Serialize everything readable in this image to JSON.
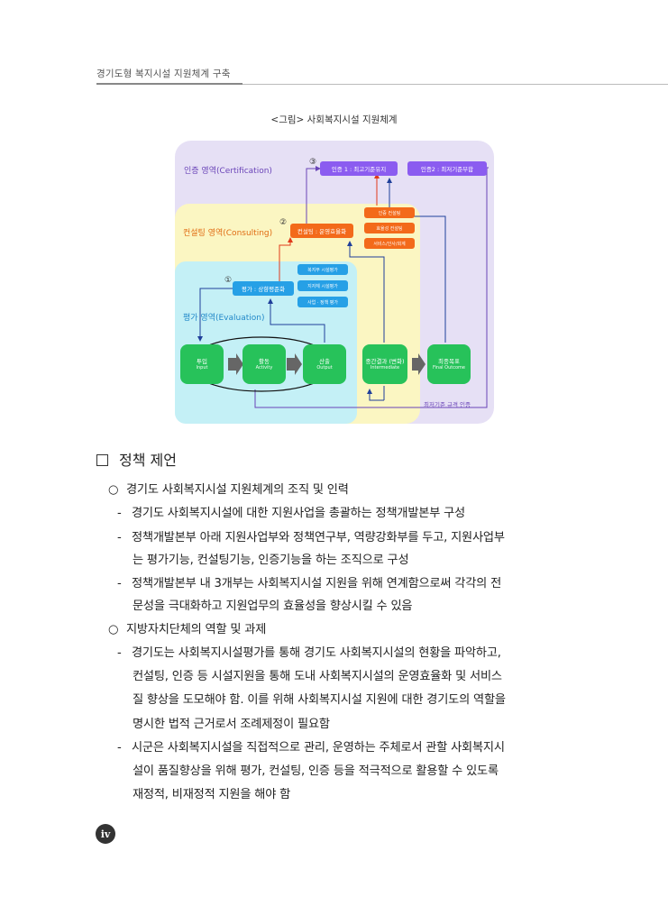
{
  "header": {
    "running_title": "경기도형 복지시설 지원체계 구축"
  },
  "figure": {
    "caption": "<그림> 사회복지시설 지원체계",
    "regions": {
      "certification": "인증 영역(Certification)",
      "consulting": "컨설팅 영역(Consulting)",
      "evaluation": "평가 영역(Evaluation)"
    },
    "steps": {
      "one": "①",
      "two": "②",
      "three": "③"
    },
    "boxes": {
      "cert1": "인증 1 : 최고기준유지",
      "cert2": "인증2 : 최저기준부합",
      "consult": "컨설팅 : 운영효율화",
      "consult_sub1": "인증 컨설팅",
      "consult_sub2": "효율성 컨설팅",
      "consult_sub3": "서비스/인사/회계",
      "eval": "평가 : 상향평준화",
      "eval_sub1": "복지부 시설평가",
      "eval_sub2": "지자체 시설평가",
      "eval_sub3": "사업 · 정책 평가",
      "input": "투입",
      "input_en": "Input",
      "activity": "활동",
      "activity_en": "Activity",
      "output": "산출",
      "output_en": "Output",
      "intermediate": "중간결과 (변화)",
      "intermediate_en": "Intermediate",
      "final": "최종목표",
      "final_en": "Final Outcome"
    },
    "footer_note": "최저기준 규격 인증",
    "colors": {
      "purple": "#8b5cf0",
      "orange": "#f36a1a",
      "blue": "#26a0e6",
      "green": "#27c25a"
    }
  },
  "body": {
    "section_title": "정책 제언",
    "lines": [
      {
        "bullet": "○",
        "text": "경기도 사회복지시설 지원체계의 조직 및 인력"
      },
      {
        "bullet": "-",
        "text": "경기도 사회복지시설에 대한 지원사업을 총괄하는 정책개발본부 구성"
      },
      {
        "bullet": "-",
        "text": "정책개발본부 아래 지원사업부와 정책연구부, 역량강화부를 두고, 지원사업부"
      },
      {
        "bullet": "",
        "text": "는 평가기능, 컨설팅기능, 인증기능을 하는 조직으로 구성"
      },
      {
        "bullet": "-",
        "text": "정책개발본부 내 3개부는 사회복지시설 지원을 위해 연계함으로써 각각의 전"
      },
      {
        "bullet": "",
        "text": "문성을 극대화하고 지원업무의 효율성을 향상시킬 수 있음"
      },
      {
        "bullet": "○",
        "text": "지방자치단체의 역할 및 과제"
      },
      {
        "bullet": "-",
        "text": "경기도는 사회복지시설평가를 통해 경기도 사회복지시설의 현황을 파악하고,"
      },
      {
        "bullet": "",
        "text": "컨설팅, 인증 등 시설지원을 통해 도내 사회복지시설의 운영효율화 및 서비스"
      },
      {
        "bullet": "",
        "text": "질 향상을 도모해야 함. 이를 위해 사회복지시설 지원에 대한 경기도의 역할을"
      },
      {
        "bullet": "",
        "text": "명시한 법적 근거로서 조례제정이 필요함"
      },
      {
        "bullet": "-",
        "text": "시군은 사회복지시설을 직접적으로 관리, 운영하는 주체로서 관할 사회복지시"
      },
      {
        "bullet": "",
        "text": "설이 품질향상을 위해 평가, 컨설팅, 인증 등을 적극적으로 활용할 수 있도록"
      },
      {
        "bullet": "",
        "text": "재정적, 비재정적 지원을 해야 함"
      }
    ]
  },
  "footer": {
    "page_number": "iv"
  }
}
